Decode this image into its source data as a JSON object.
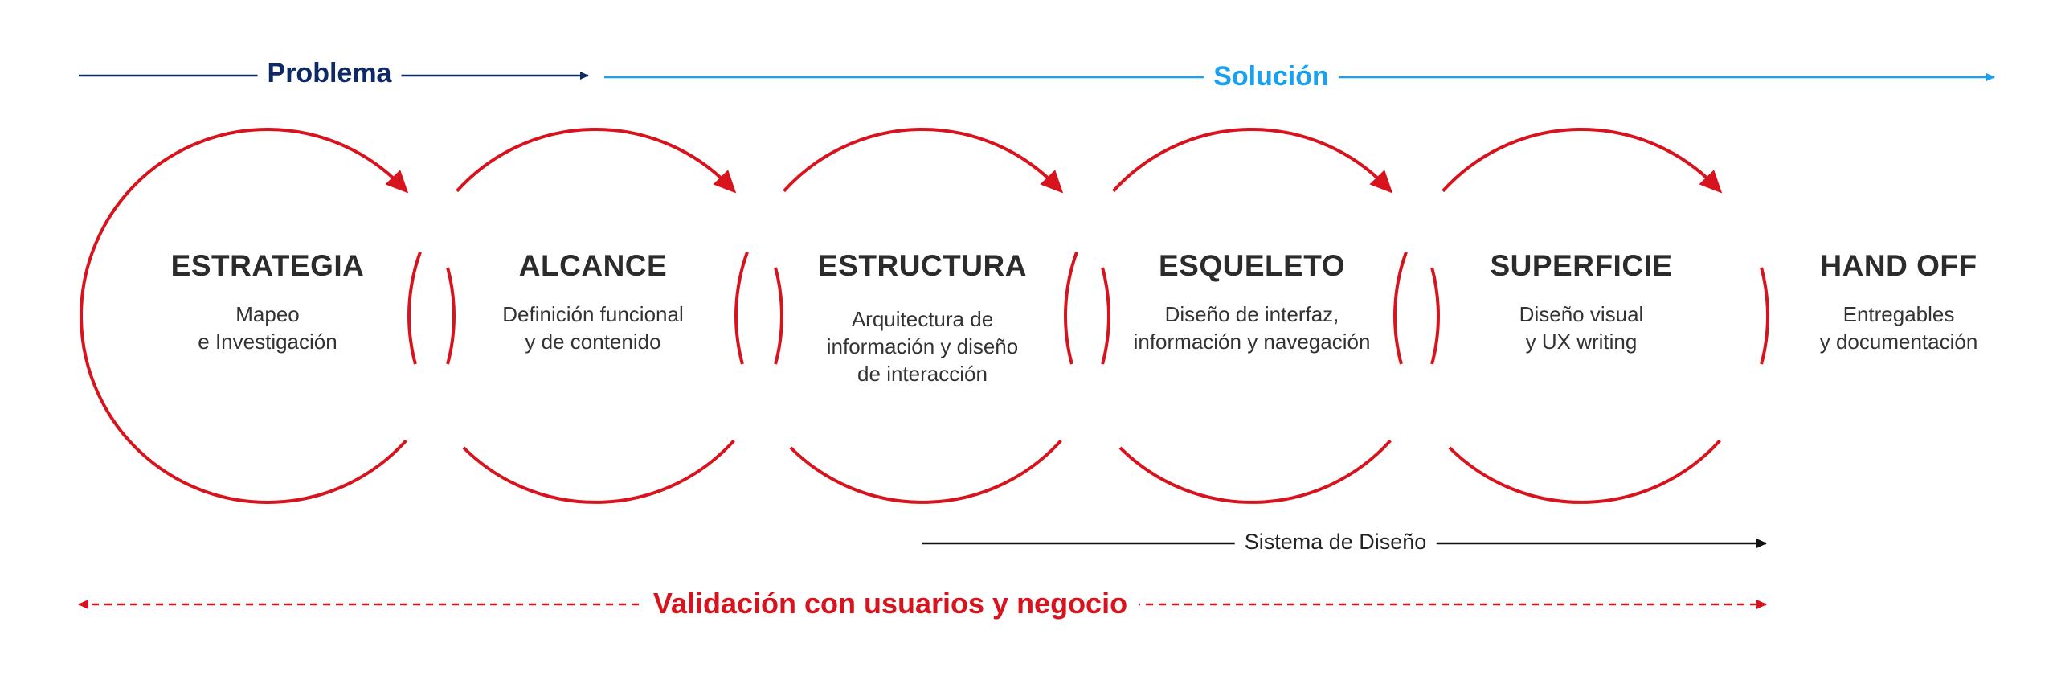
{
  "colors": {
    "problema": "#0d2a66",
    "solucion": "#1aa0f0",
    "ring": "#d7141e",
    "text": "#2b2b2b",
    "sistema": "#111111",
    "validacion": "#d7141e"
  },
  "header": {
    "problema": "Problema",
    "solucion": "Solución"
  },
  "phases": [
    {
      "title": "ESTRATEGIA",
      "desc": "Mapeo\ne Investigación"
    },
    {
      "title": "ALCANCE",
      "desc": "Definición funcional\ny de contenido"
    },
    {
      "title": "ESTRUCTURA",
      "desc": "Arquitectura de\ninformación y diseño\nde interacción"
    },
    {
      "title": "ESQUELETO",
      "desc": "Diseño de interfaz,\ninformación y navegación"
    },
    {
      "title": "SUPERFICIE",
      "desc": "Diseño visual\ny UX writing"
    },
    {
      "title": "HAND OFF",
      "desc": "Entregables\ny documentación"
    }
  ],
  "sistema_label": "Sistema de Diseño",
  "validacion_label": "Validación con usuarios y negocio"
}
